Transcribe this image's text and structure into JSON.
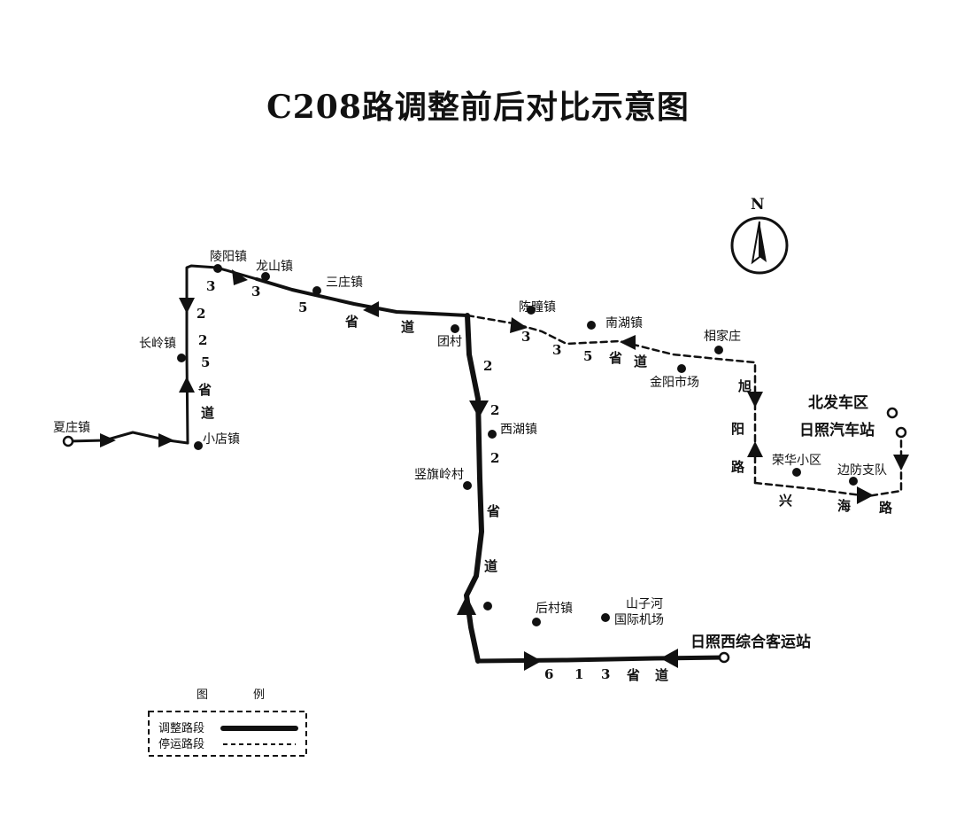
{
  "title": "C208路调整前后对比示意图",
  "compass": {
    "label": "N"
  },
  "places": {
    "xiazhuang": "夏庄镇",
    "xiaodian": "小店镇",
    "changling": "长岭镇",
    "lingyang": "陵阳镇",
    "longshan": "龙山镇",
    "sanzhuang": "三庄镇",
    "tuancun": "团村",
    "chenqiang": "陈疃镇",
    "nanhu": "南湖镇",
    "jinyang": "金阳市场",
    "xiangjiazhuang": "相家庄",
    "beifa": "北发车区",
    "rizhao_bus": "日照汽车站",
    "ronghua": "荣华小区",
    "bianfang": "边防支队",
    "xihu": "西湖镇",
    "shuqiling": "竖旗岭村",
    "houcun": "后村镇",
    "shanzihe_1": "山子河",
    "shanzihe_2": "国际机场",
    "rizhao_west": "日照西综合客运站"
  },
  "roads": {
    "r335": [
      "3",
      "3",
      "5",
      "省",
      "道"
    ],
    "r335_left": [
      "2",
      "2",
      "5",
      "省",
      "道"
    ],
    "r335_east": [
      "3",
      "3",
      "5",
      "省",
      "道"
    ],
    "r222": [
      "2",
      "2",
      "2",
      "省",
      "道"
    ],
    "r613": [
      "6",
      "1",
      "3",
      "省",
      "道"
    ],
    "xuyang": [
      "旭",
      "阳",
      "路"
    ],
    "xinghai": [
      "兴",
      "海",
      "路"
    ]
  },
  "legend": {
    "title_1": "图",
    "title_2": "例",
    "adjusted": "调整路段",
    "stopped": "停运路段"
  }
}
